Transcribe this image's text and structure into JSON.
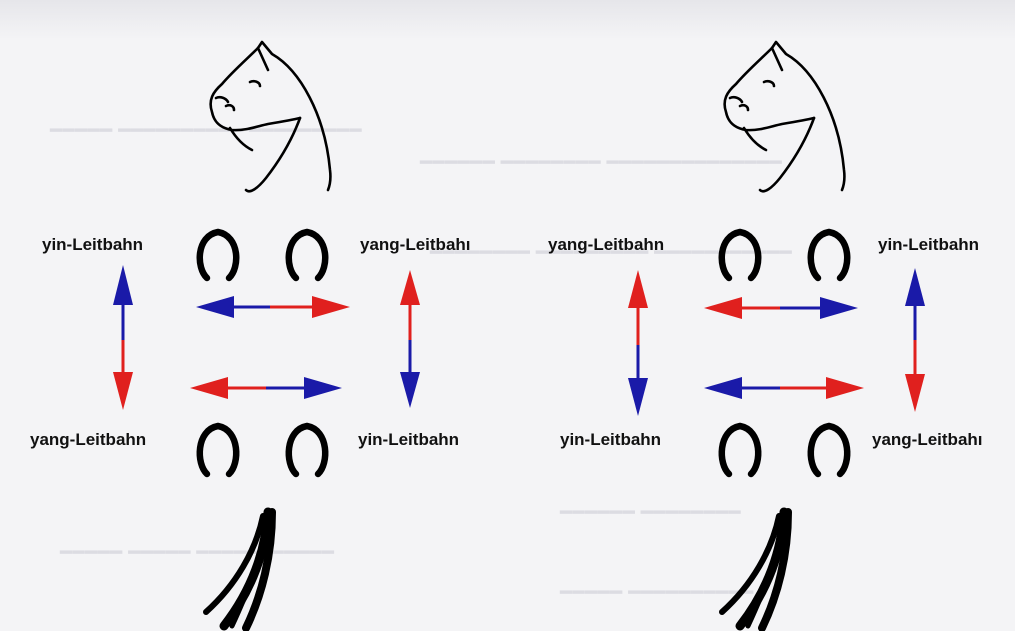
{
  "colors": {
    "yin": "#1a1aa8",
    "yang": "#e0201e",
    "ink": "#000000"
  },
  "panels": [
    {
      "labels": {
        "top_left": "yin-Leitbahn",
        "top_right": "yang-Leitbahı",
        "bottom_left": "yang-Leitbahn",
        "bottom_right": "yin-Leitbahn"
      }
    },
    {
      "labels": {
        "top_left": "yang-Leitbahn",
        "top_right": "yin-Leitbahn",
        "bottom_left": "yin-Leitbahn",
        "bottom_right": "yang-Leitbahı"
      }
    }
  ],
  "icons": [
    "horse-head-icon",
    "horseshoe-icon",
    "horse-tail-icon",
    "arrow-icon"
  ]
}
